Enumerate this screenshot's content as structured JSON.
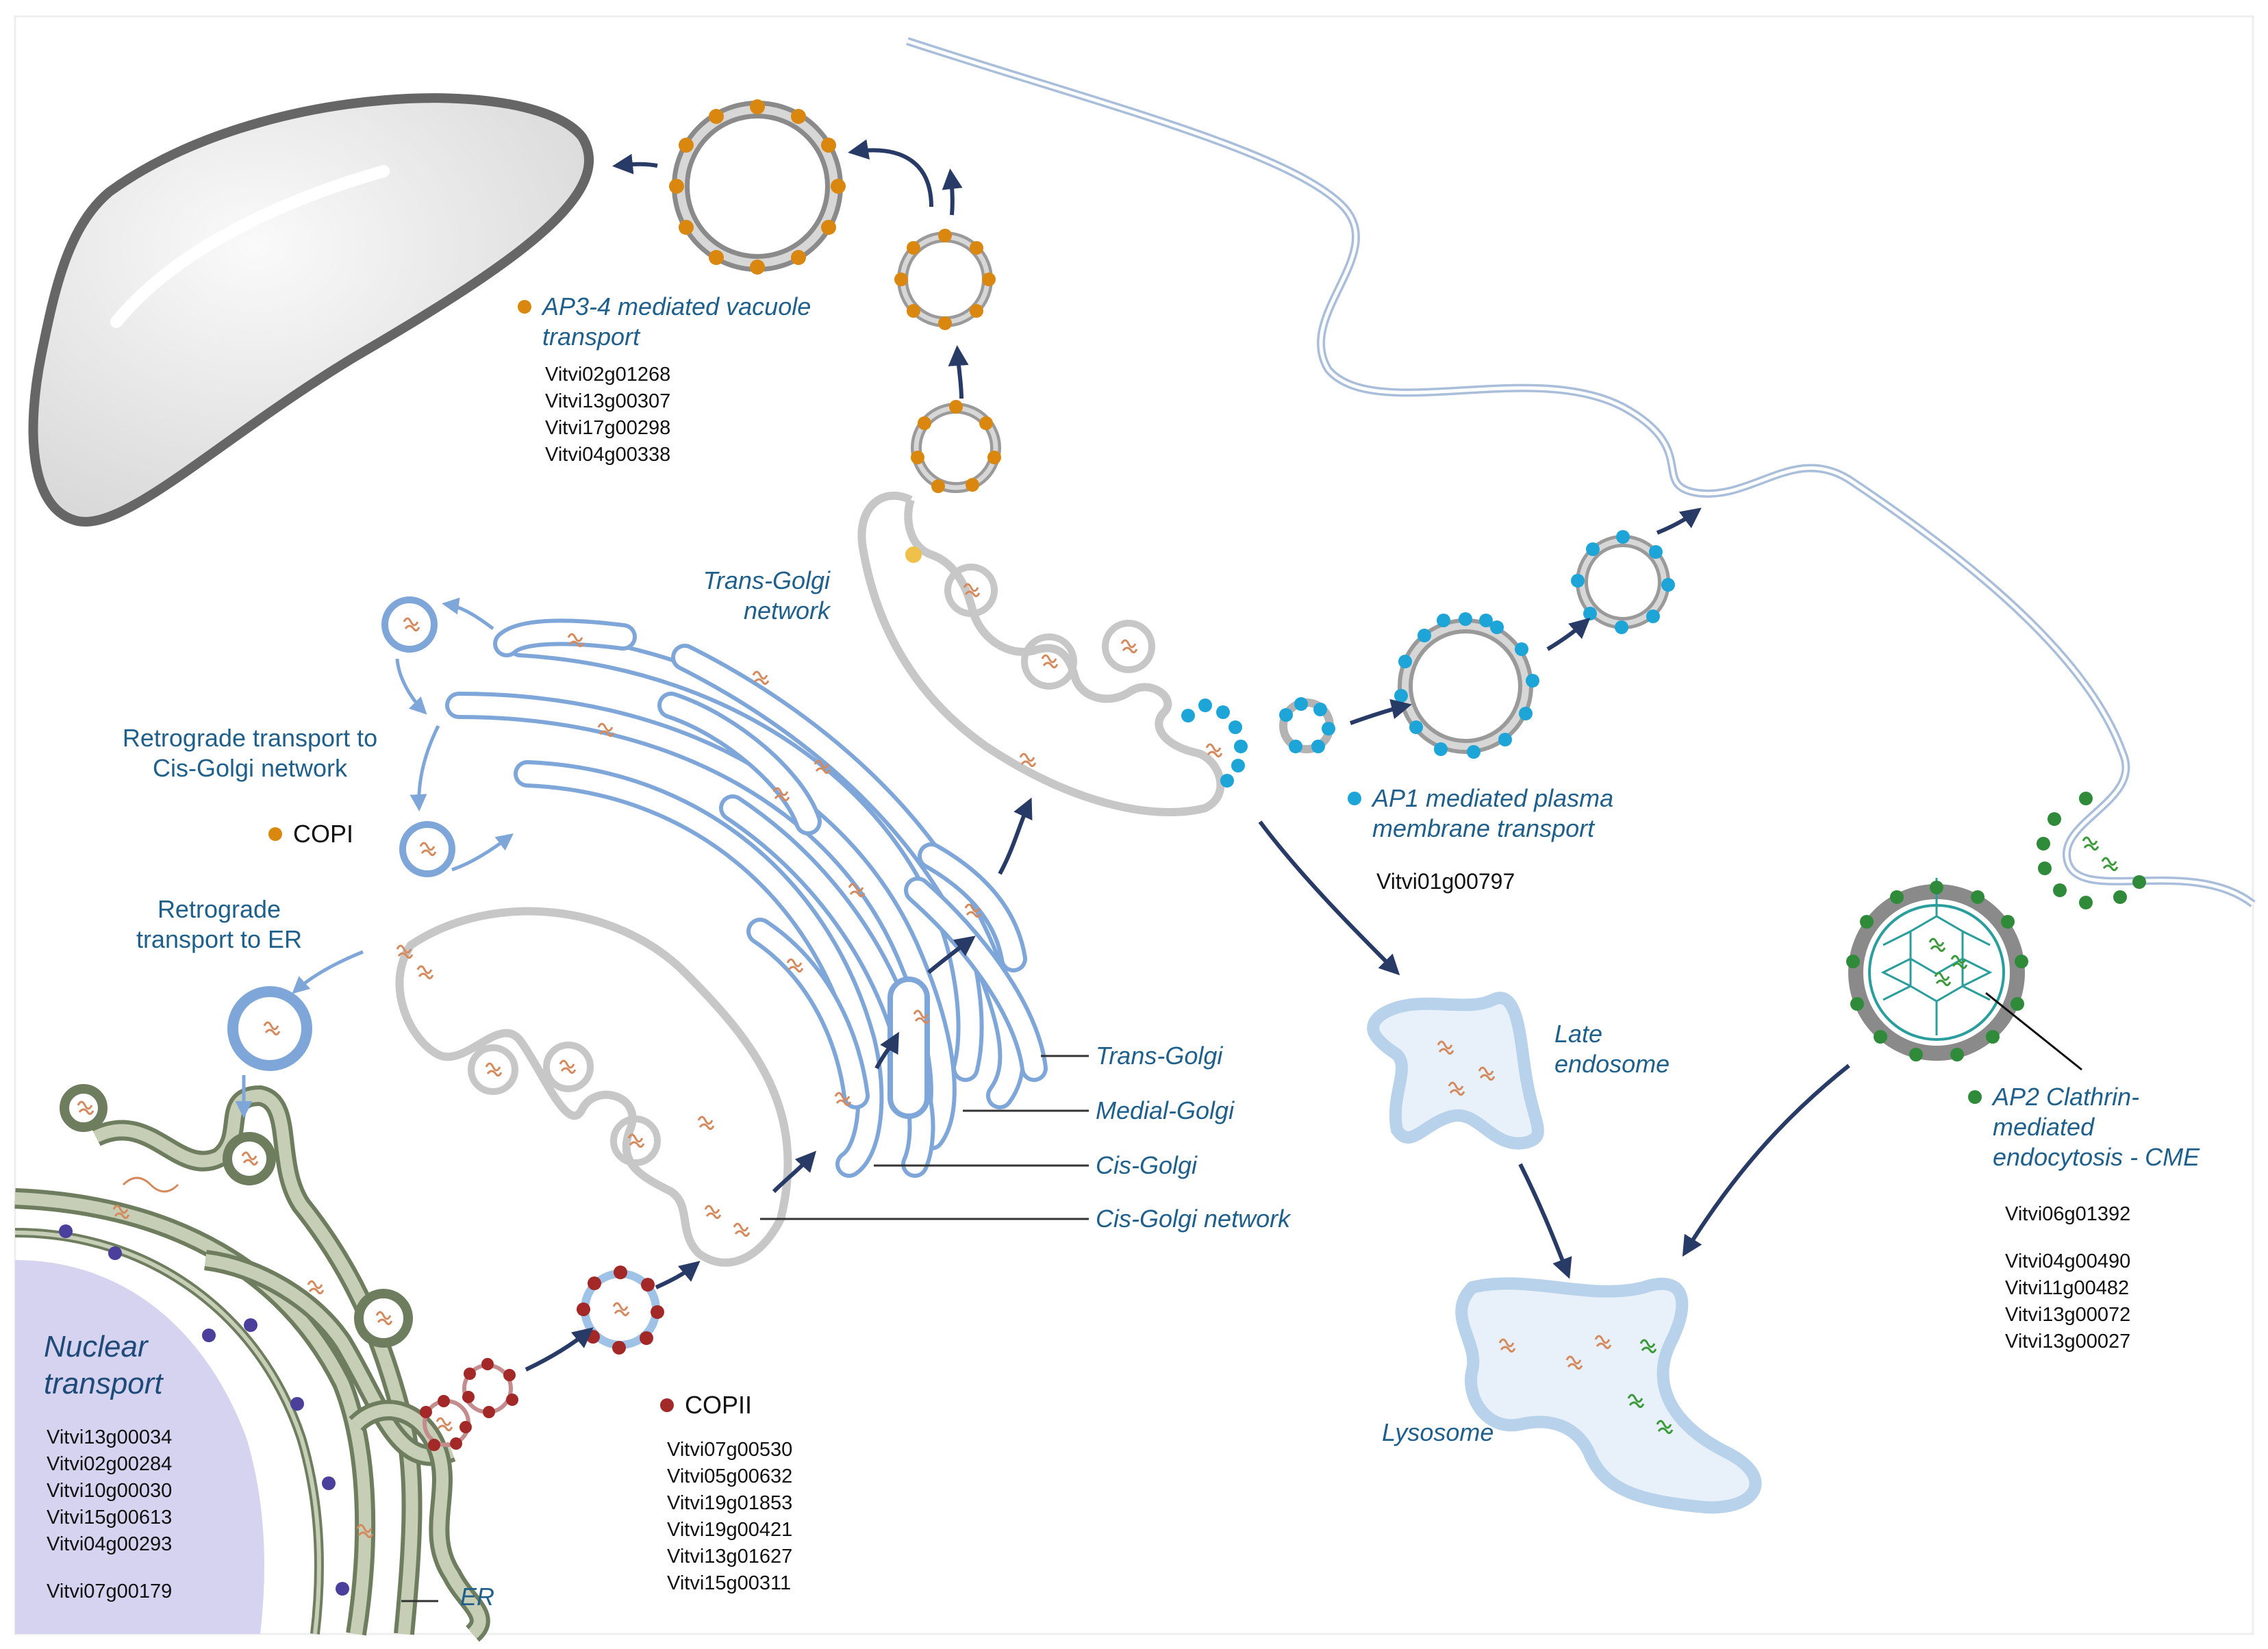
{
  "labels": {
    "trans_golgi_network": [
      "Trans-Golgi",
      "network"
    ],
    "retro_cis": [
      "Retrograde transport to",
      "Cis-Golgi network"
    ],
    "retro_er": [
      "Retrograde",
      "transport to ER"
    ],
    "trans_golgi": "Trans-Golgi",
    "medial_golgi": "Medial-Golgi",
    "cis_golgi": "Cis-Golgi",
    "cis_golgi_network": "Cis-Golgi network",
    "late_endosome": [
      "Late",
      "endosome"
    ],
    "lysosome": "Lysosome",
    "er": "ER",
    "nuclear_transport": [
      "Nuclear",
      "transport"
    ]
  },
  "legends": {
    "copi": {
      "label": "COPI",
      "color": "#d9870f"
    },
    "copii": {
      "label": "COPII",
      "color": "#a32828"
    },
    "ap3": {
      "label": [
        "AP3-4 mediated vacuole",
        "transport"
      ],
      "color": "#d9870f"
    },
    "ap1": {
      "label": [
        "AP1 mediated plasma",
        "membrane transport"
      ],
      "color": "#1ea5d8"
    },
    "ap2": {
      "label": [
        "AP2 Clathrin-",
        "mediated",
        "endocytosis - CME"
      ],
      "color": "#2f8a3a"
    }
  },
  "genes": {
    "ap3": [
      "Vitvi02g01268",
      "Vitvi13g00307",
      "Vitvi17g00298",
      "Vitvi04g00338"
    ],
    "ap1": [
      "Vitvi01g00797"
    ],
    "ap2_first": [
      "Vitvi06g01392"
    ],
    "ap2_rest": [
      "Vitvi04g00490",
      "Vitvi11g00482",
      "Vitvi13g00072",
      "Vitvi13g00027"
    ],
    "copii": [
      "Vitvi07g00530",
      "Vitvi05g00632",
      "Vitvi19g01853",
      "Vitvi19g00421",
      "Vitvi13g01627",
      "Vitvi15g00311"
    ],
    "nuclear_first": [
      "Vitvi13g00034",
      "Vitvi02g00284",
      "Vitvi10g00030",
      "Vitvi15g00613",
      "Vitvi04g00293"
    ],
    "nuclear_last": [
      "Vitvi07g00179"
    ]
  },
  "colors": {
    "golgi": "#7ea6d8",
    "membrane_gray": "#bcbcbc",
    "arrow_dark": "#283a66",
    "arrow_light": "#7ea6d8",
    "nucleus_fill": "#d5d3ef",
    "er_green": "#6f7d5f",
    "vacuole_gray": "#e6e6e6"
  }
}
